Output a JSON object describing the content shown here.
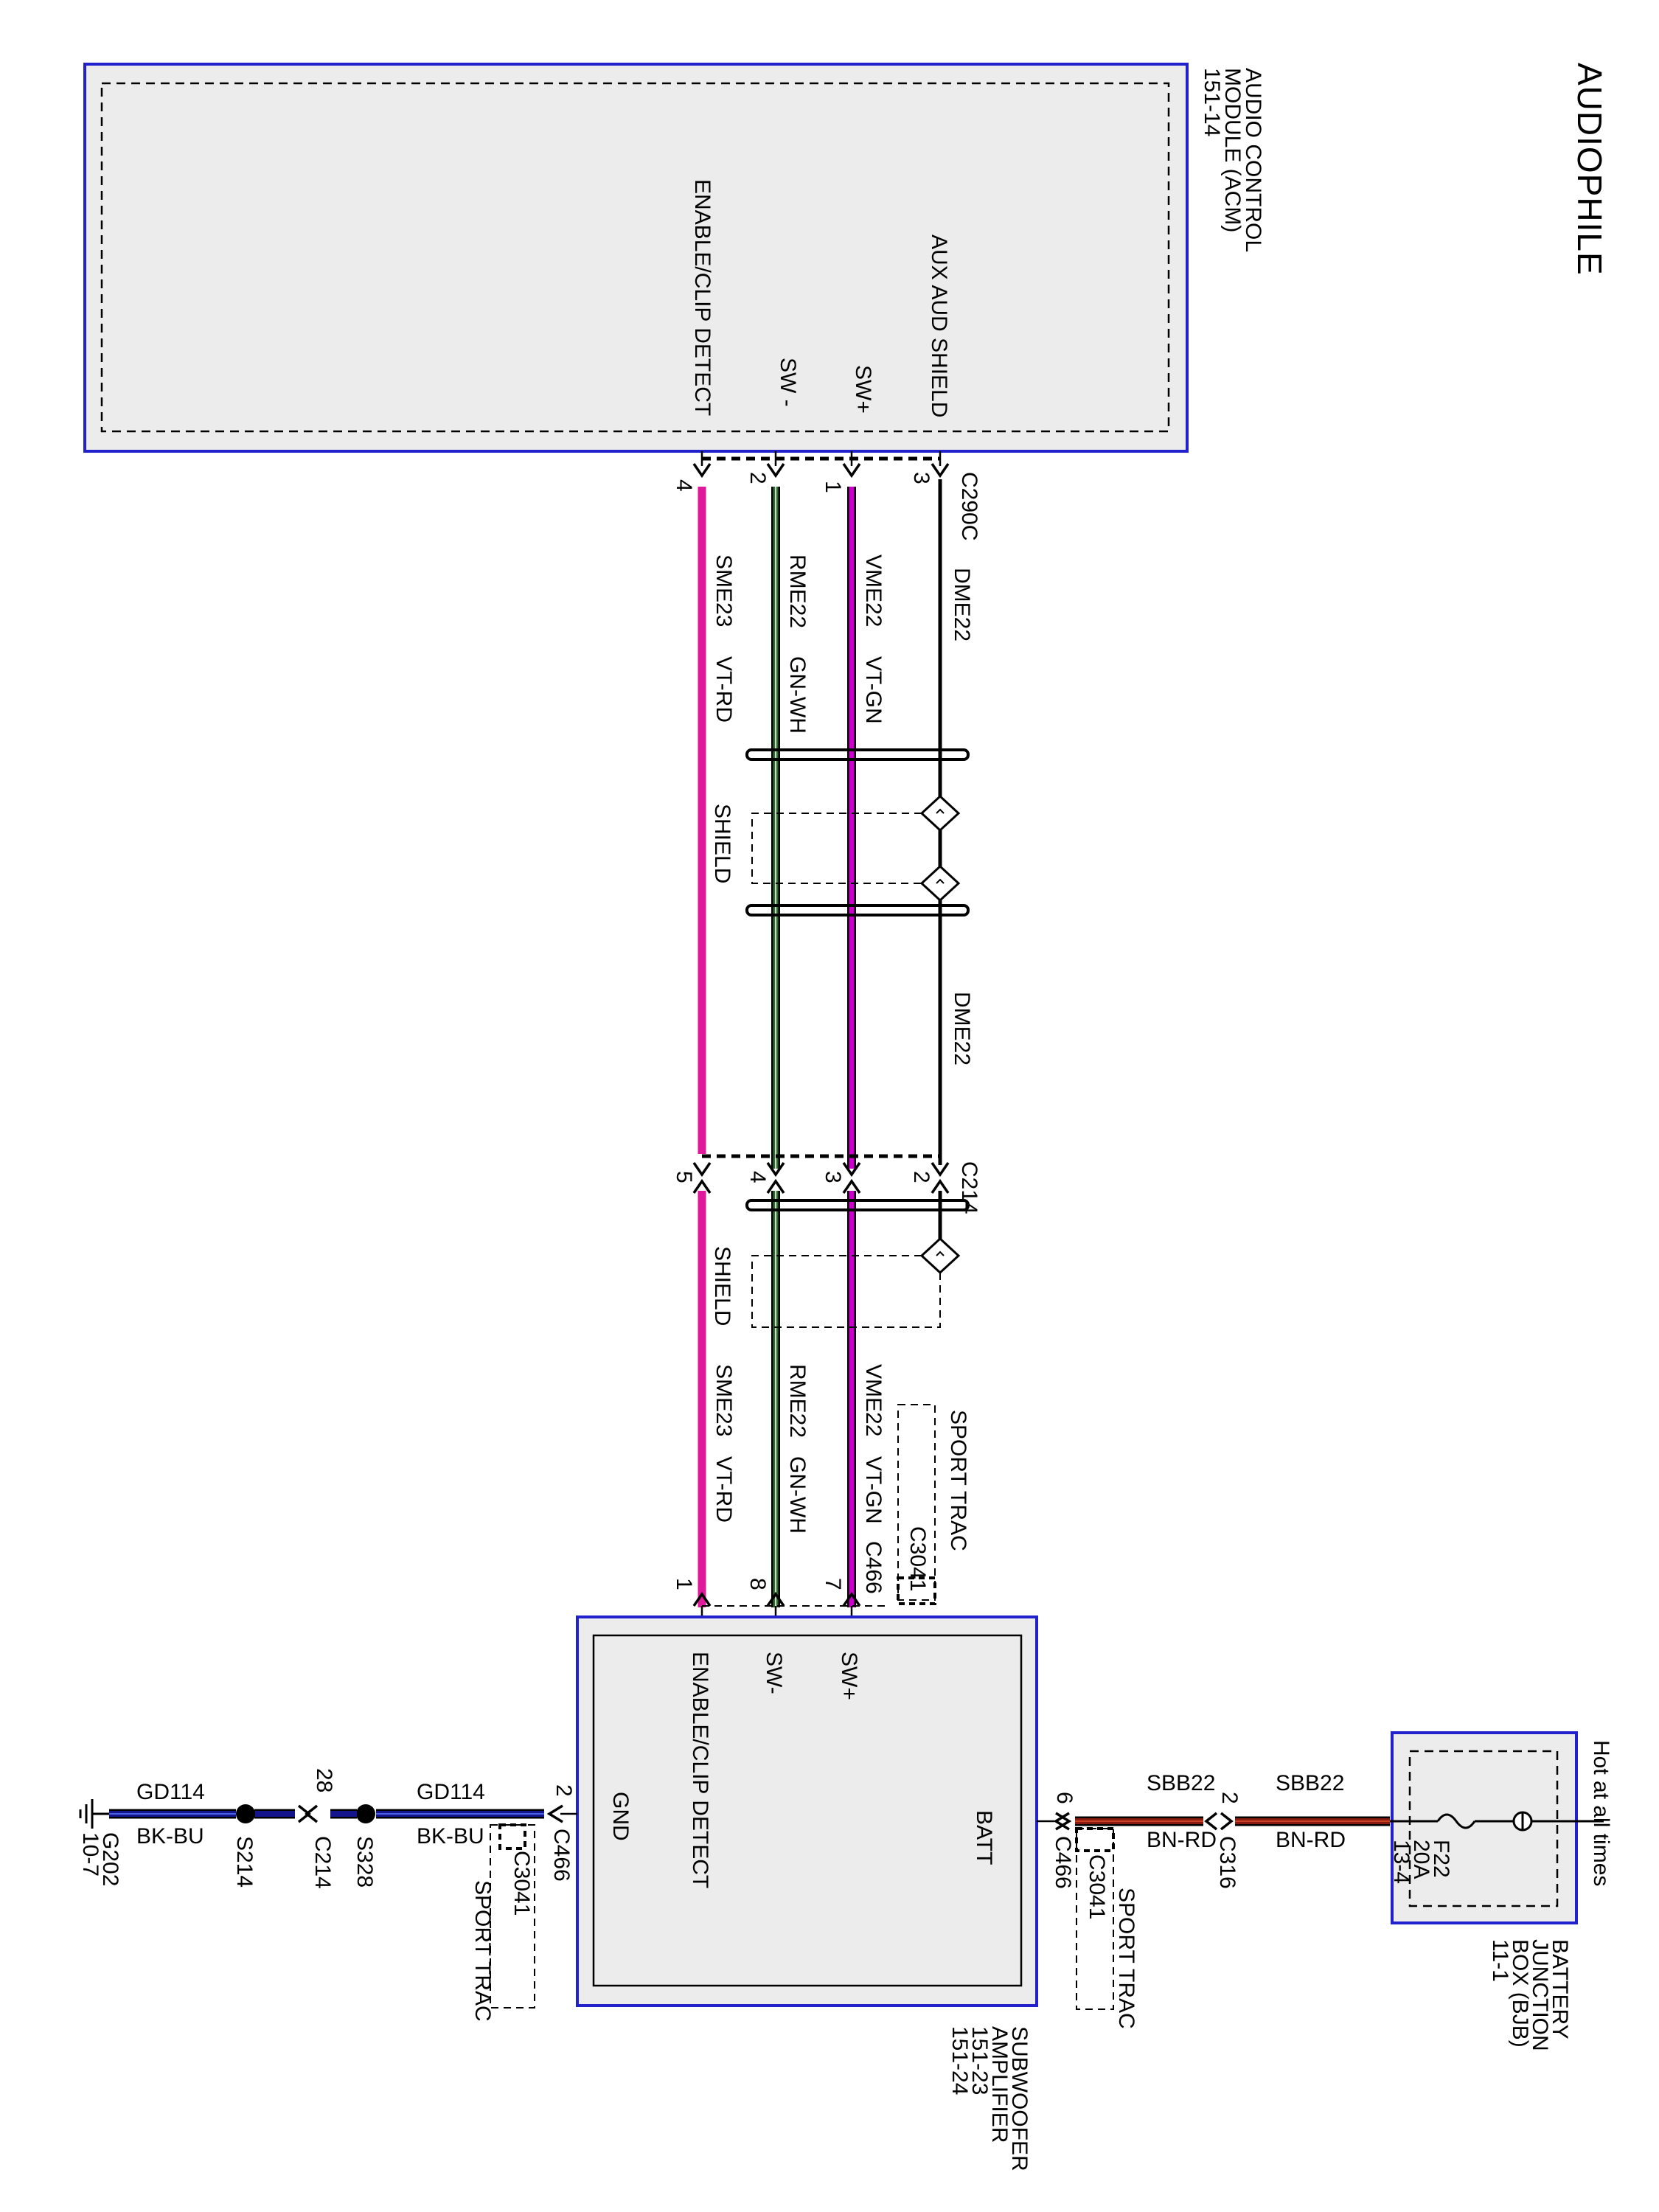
{
  "title": "AUDIOPHILE",
  "acm": {
    "name_line1": "AUDIO CONTROL",
    "name_line2": "MODULE (ACM)",
    "page_ref": "151-14",
    "pins": {
      "aux_aud_shield": "AUX AUD SHIELD",
      "sw_plus": "SW+",
      "sw_minus": "SW -",
      "enable_clip": "ENABLE/CLIP DETECT"
    }
  },
  "connector_c290c": {
    "name": "C290C",
    "pins": {
      "p3": "3",
      "p1": "1",
      "p2": "2",
      "p4": "4"
    }
  },
  "connector_c214": {
    "name": "C214",
    "pins": {
      "p2": "2",
      "p3": "3",
      "p4": "4",
      "p5": "5"
    }
  },
  "connector_c466": {
    "name": "C466",
    "pins": {
      "p7": "7",
      "p8": "8",
      "p1": "1",
      "p6": "6",
      "p2": "2"
    }
  },
  "alt_connector": {
    "name": "C3041",
    "variant": "SPORT TRAC"
  },
  "wires": {
    "dme22": {
      "circuit": "DME22",
      "color": "",
      "hex": "#000000"
    },
    "vme22": {
      "circuit": "VME22",
      "color": "VT-GN",
      "hex": "#cc00cc"
    },
    "rme22": {
      "circuit": "RME22",
      "color": "GN-WH",
      "hex": "#2f6b2f"
    },
    "sme23": {
      "circuit": "SME23",
      "color": "VT-RD",
      "hex": "#e0189c"
    },
    "sbb22": {
      "circuit": "SBB22",
      "color": "BN-RD",
      "hex": "#8a1a0e"
    },
    "gd114": {
      "circuit": "GD114",
      "color": "BK-BU",
      "hex": "#14148c"
    }
  },
  "shield_label": "SHIELD",
  "subwoofer": {
    "name_line1": "SUBWOOFER",
    "name_line2": "AMPLIFIER",
    "page_ref1": "151-23",
    "page_ref2": "151-24",
    "pins": {
      "sw_plus": "SW+",
      "sw_minus": "SW-",
      "enable_clip": "ENABLE/CLIP DETECT",
      "batt": "BATT",
      "gnd": "GND"
    }
  },
  "bjb": {
    "hot_label": "Hot at all times",
    "fuse": "F22",
    "rating": "20A",
    "ref": "13-4",
    "name_line1": "BATTERY",
    "name_line2": "JUNCTION",
    "name_line3": "BOX (BJB)",
    "page_ref": "11-1"
  },
  "c316": {
    "name": "C316",
    "pin": "2"
  },
  "c214_ground": {
    "name": "C214",
    "pin": "28"
  },
  "splices": {
    "s328": "S328",
    "s214": "S214"
  },
  "ground": {
    "name": "G202",
    "ref": "10-7"
  },
  "colors": {
    "module_border": "#2222cc",
    "module_fill": "#ececec"
  }
}
